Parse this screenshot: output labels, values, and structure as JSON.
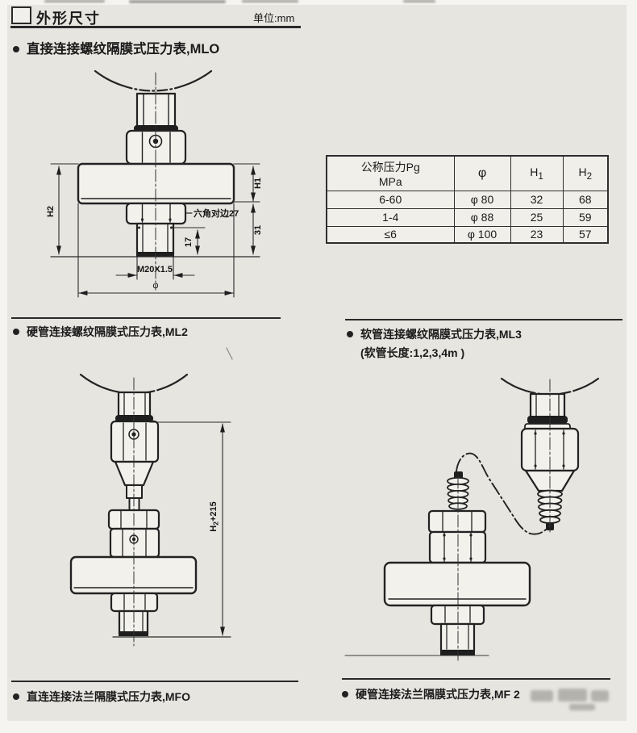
{
  "header": {
    "title": "外形尺寸",
    "unit_label": "单位:mm"
  },
  "sections": {
    "ml0": {
      "title": "直接连接螺纹隔膜式压力表,MLO"
    },
    "ml2": {
      "title": "硬管连接螺纹隔膜式压力表,ML2"
    },
    "ml3": {
      "title": "软管连接螺纹隔膜式压力表,ML3",
      "subtitle": "(软管长度:1,2,3,4m )"
    },
    "mf0": {
      "title": "直连连接法兰隔膜式压力表,MFO"
    },
    "mf2": {
      "title": "硬管连接法兰隔膜式压力表,MF 2"
    }
  },
  "table": {
    "header": {
      "col1_line1": "公称压力Pg",
      "col1_line2": "MPa",
      "col2": "φ",
      "col3_main": "H",
      "col3_sub": "1",
      "col4_main": "H",
      "col4_sub": "2"
    },
    "rows": [
      [
        "6-60",
        "φ 80",
        "32",
        "68"
      ],
      [
        "1-4",
        "φ 88",
        "25",
        "59"
      ],
      [
        "≤6",
        "φ 100",
        "23",
        "57"
      ]
    ]
  },
  "drawings": {
    "ml0_labels": {
      "h2": "H2",
      "h1": "H1",
      "d31": "31",
      "d17": "17",
      "thread": "M20X1.5",
      "phi": "φ",
      "hex_note": "六角对边27"
    },
    "ml2_labels": {
      "height_main": "H",
      "height_sub": "2",
      "height_rest": "+215"
    }
  }
}
